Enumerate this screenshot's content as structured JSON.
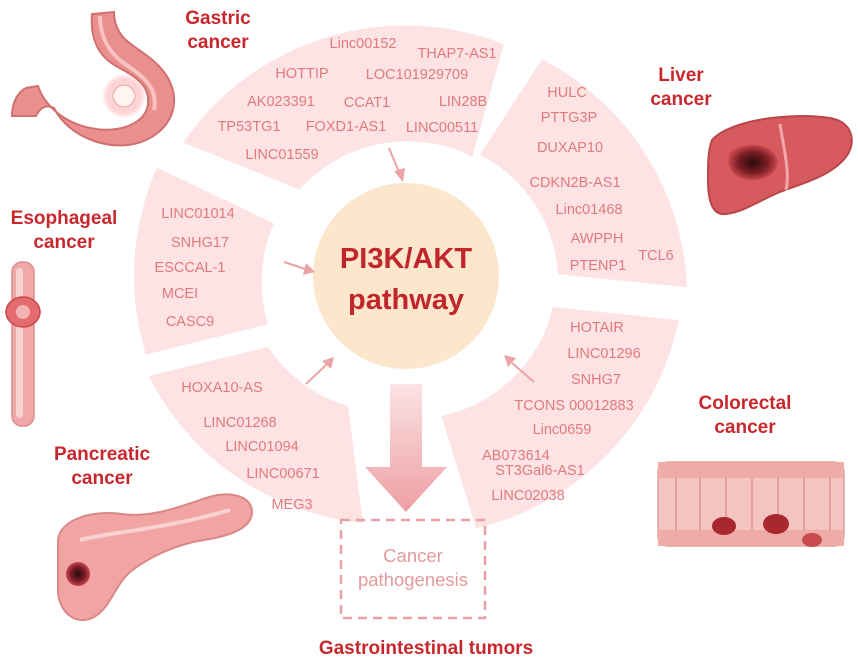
{
  "center": {
    "line1": "PI3K/AKT",
    "line2": "pathway"
  },
  "outcome": {
    "line1": "Cancer",
    "line2": "pathogenesis"
  },
  "footer": "Gastrointestinal tumors",
  "colors": {
    "segment": "#fde3e4",
    "hub": "#fce6cc",
    "label": "#c8282d",
    "gene": "#e07a7e",
    "arrow": "#eba3a6"
  },
  "cancers": {
    "gastric": {
      "line1": "Gastric",
      "line2": "cancer"
    },
    "liver": {
      "line1": "Liver",
      "line2": "cancer"
    },
    "esophageal": {
      "line1": "Esophageal",
      "line2": "cancer"
    },
    "colorectal": {
      "line1": "Colorectal",
      "line2": "cancer"
    },
    "pancreatic": {
      "line1": "Pancreatic",
      "line2": "cancer"
    }
  },
  "genes": {
    "gastric": [
      "Linc00152",
      "THAP7-AS1",
      "HOTTIP",
      "LOC101929709",
      "AK023391",
      "CCAT1",
      "LIN28B",
      "TP53TG1",
      "FOXD1-AS1",
      "LINC00511",
      "LINC01559"
    ],
    "liver": [
      "HULC",
      "PTTG3P",
      "DUXAP10",
      "CDKN2B-AS1",
      "Linc01468",
      "AWPPH",
      "TCL6",
      "PTENP1"
    ],
    "esophageal": [
      "LINC01014",
      "SNHG17",
      "ESCCAL-1",
      "MCEI",
      "CASC9"
    ],
    "colorectal": [
      "HOTAIR",
      "LINC01296",
      "SNHG7",
      "TCONS 00012883",
      "Linc0659",
      "AB073614",
      "ST3Gal6-AS1",
      "LINC02038"
    ],
    "pancreatic": [
      "HOXA10-AS",
      "LINC01268",
      "LINC01094",
      "LINC00671",
      "MEG3"
    ]
  }
}
